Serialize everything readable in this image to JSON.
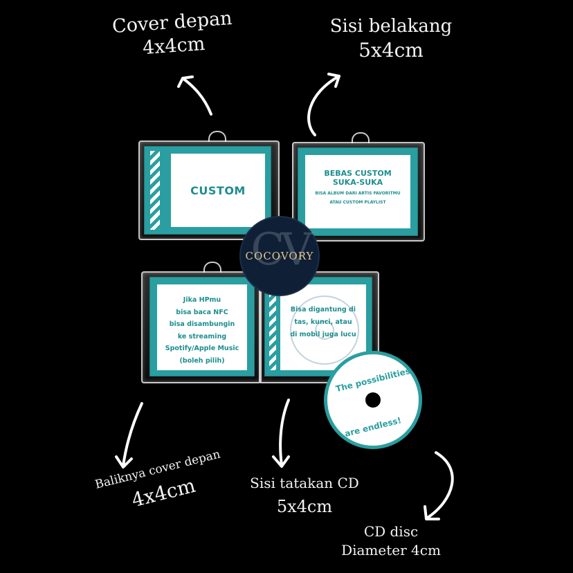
{
  "annotations": {
    "cover_front_title": "Cover depan",
    "cover_front_size": "4x4cm",
    "back_side_title": "Sisi belakang",
    "back_side_size": "5x4cm",
    "inner_cover_title": "Baliknya cover depan",
    "inner_cover_size": "4x4cm",
    "cd_tray_title": "Sisi tatakan CD",
    "cd_tray_size": "5x4cm",
    "cd_disc_title": "CD disc",
    "cd_disc_size": "Diameter 4cm"
  },
  "cards": {
    "front_cover_text": "CUSTOM",
    "back_title_line1": "BEBAS CUSTOM",
    "back_title_line2": "SUKA-SUKA",
    "back_sub_line1": "BISA ALBUM DARI ARTIS FAVORITMU",
    "back_sub_line2": "ATAU CUSTOM PLAYLIST",
    "inner_lines": [
      "Jika HPmu",
      "bisa baca NFC",
      "bisa disambungin",
      "ke streaming",
      "Spotify/Apple Music",
      "(boleh pilih)"
    ],
    "tray_lines": [
      "Bisa digantung di",
      "tas, kunci, atau",
      "di mobil juga lucu"
    ]
  },
  "logo": {
    "text": "COCOVORY",
    "mark": "CV"
  },
  "disc": {
    "text_top": "The possibilities",
    "text_bottom": "are endless!"
  },
  "colors": {
    "background": "#000000",
    "teal": "#2a9ea0",
    "logo_bg": "#0e1f36",
    "logo_text": "#e6c88f"
  }
}
